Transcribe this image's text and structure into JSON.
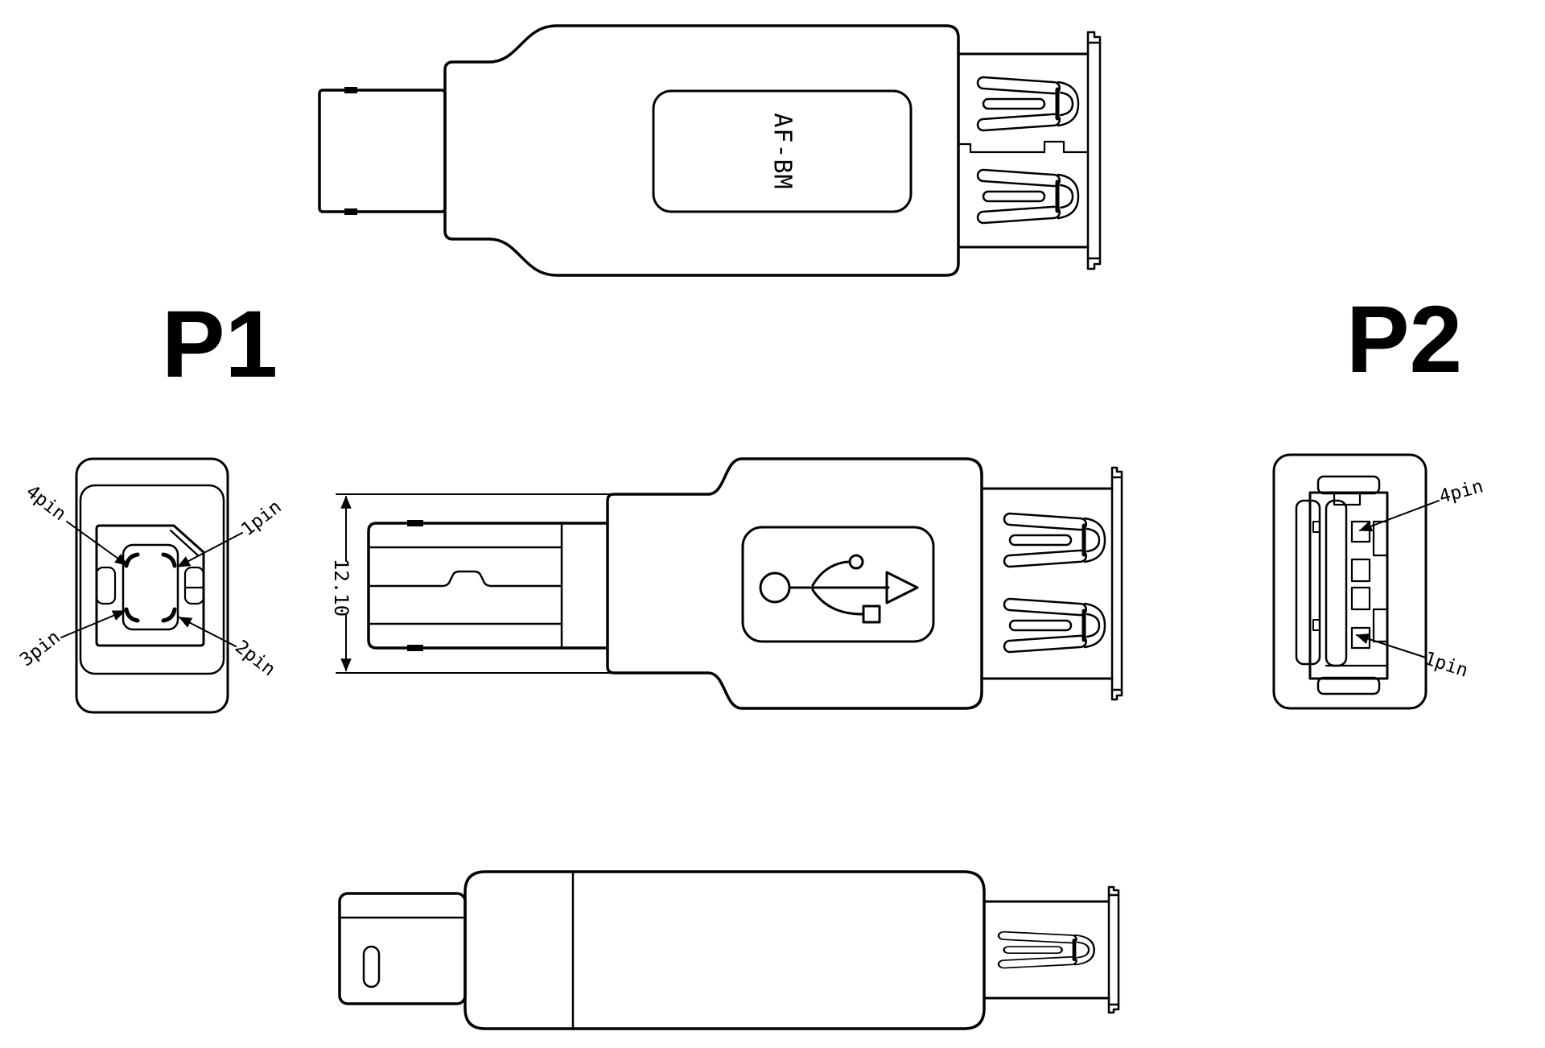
{
  "colors": {
    "background": "#ffffff",
    "line": "#000000"
  },
  "views": {
    "port1_label": "P1",
    "port2_label": "P2",
    "top": {
      "marking": "AF-BM"
    },
    "side": {
      "dimension": "12.10"
    },
    "p1_face": {
      "pin_top_left": "4pin",
      "pin_top_right": "1pin",
      "pin_bottom_left": "3pin",
      "pin_bottom_right": "2pin"
    },
    "p2_face": {
      "pin_top": "4pin",
      "pin_bottom": "1pin"
    }
  }
}
